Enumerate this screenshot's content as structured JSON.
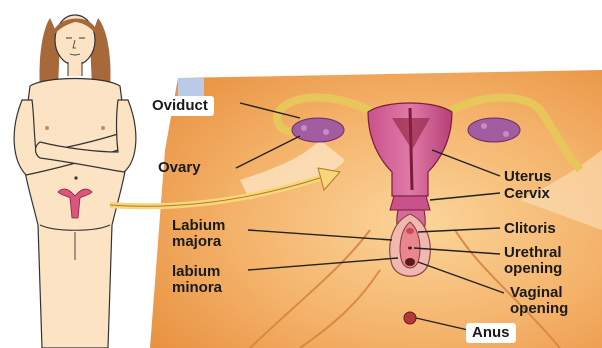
{
  "diagram": {
    "labels": {
      "oviduct": "Oviduct",
      "ovary": "Ovary",
      "uterus": "Uterus",
      "cervix": "Cervix",
      "clitoris": "Clitoris",
      "labium_majora": [
        "Labium",
        "majora"
      ],
      "labium_minora": [
        "labium",
        "minora"
      ],
      "urethral_opening": [
        "Urethral",
        "opening"
      ],
      "vaginal_opening": [
        "Vaginal",
        "opening"
      ],
      "anus": "Anus"
    },
    "colors": {
      "background_panel": "#f2ad62",
      "skin": "#fbe3c4",
      "hair": "#a7683a",
      "organ_pink": "#d96a9c",
      "organ_dark": "#8a1f3d",
      "ovary": "#a25ca0",
      "arrow": "#f7d77a",
      "oviduct": "#e8c75a"
    }
  }
}
